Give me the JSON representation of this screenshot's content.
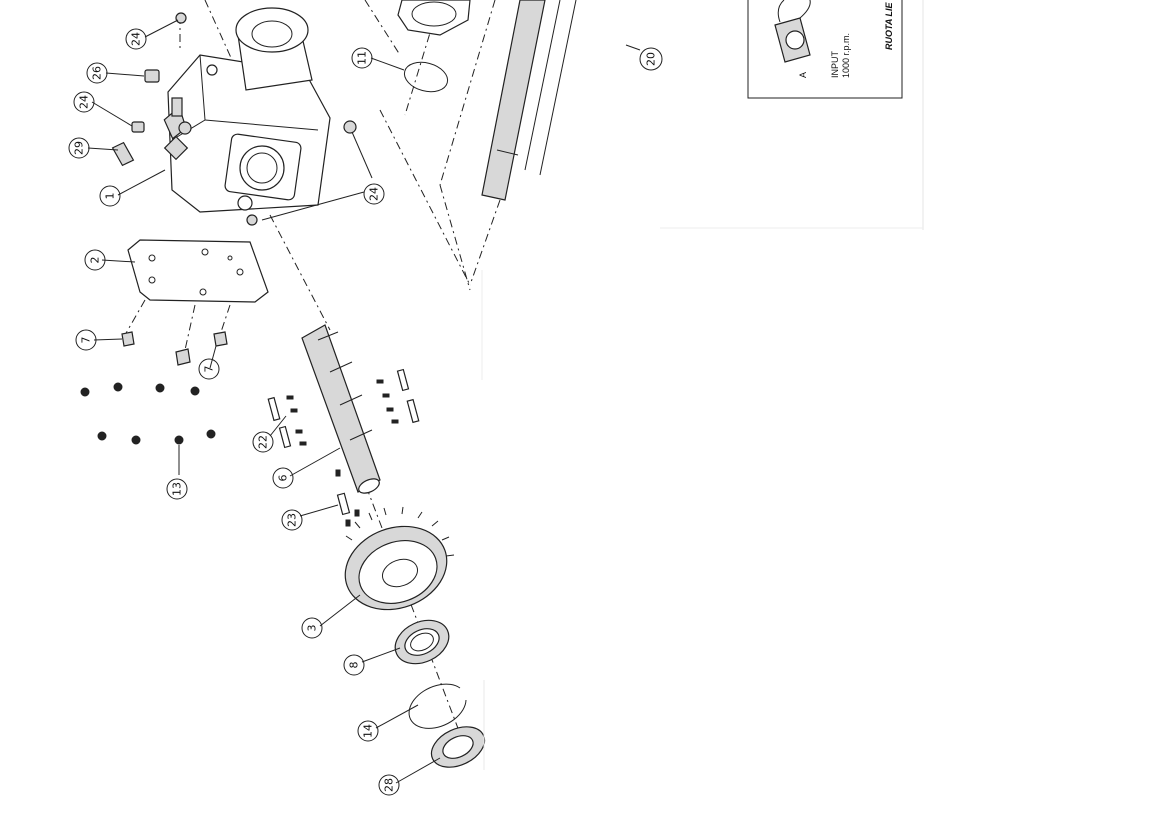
{
  "callouts": [
    "24",
    "26",
    "24",
    "29",
    "1",
    "2",
    "7",
    "7",
    "13",
    "22",
    "6",
    "23",
    "3",
    "8",
    "14",
    "28",
    "11",
    "24",
    "20"
  ],
  "inset": {
    "input_label": "INPUT",
    "rpm_label": "1000 r.p.m.",
    "marker_a": "A",
    "title_fragment": "RUOTA LIE"
  },
  "colors": {
    "line": "#222222",
    "paper": "#ffffff",
    "shade": "#d8d8d8"
  }
}
